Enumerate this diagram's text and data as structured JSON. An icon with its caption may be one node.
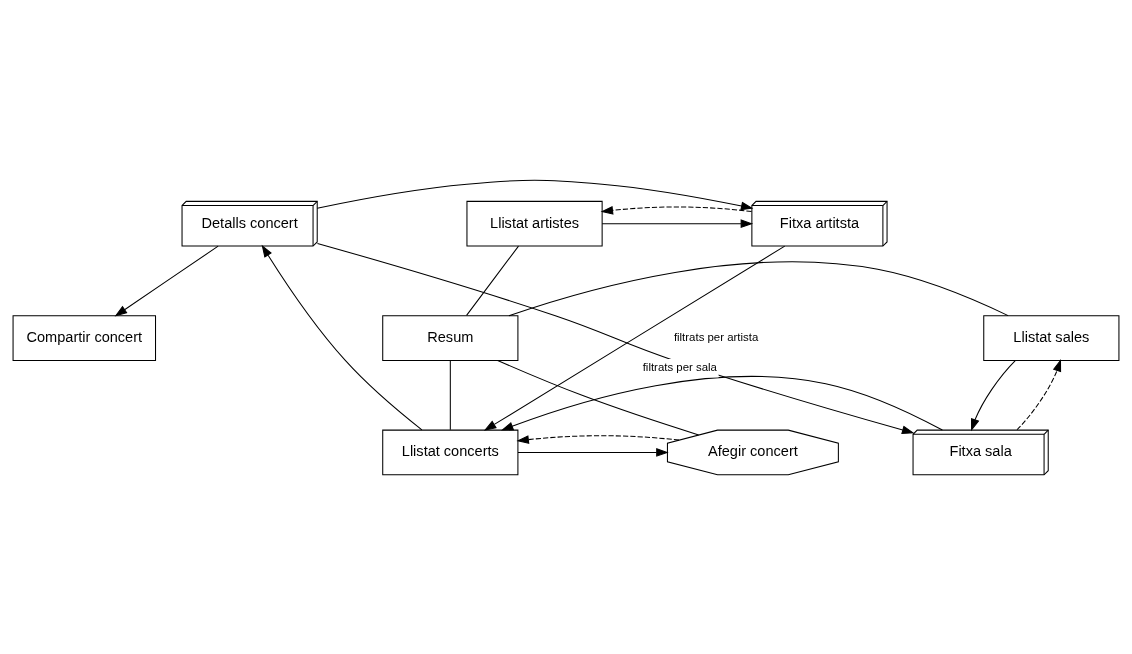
{
  "diagram": {
    "nodes": [
      {
        "text": [
          "Detalls concert"
        ]
      },
      {
        "text": [
          "Llistat artistes"
        ]
      },
      {
        "text": [
          "Fitxa artitsta"
        ]
      },
      {
        "text": [
          "Compartir concert"
        ]
      },
      {
        "text": [
          "Resum"
        ]
      },
      {
        "text": [
          "Llistat sales"
        ]
      },
      {
        "text": [
          "Afegir concert"
        ]
      },
      {
        "text": [
          "Llistat concerts"
        ]
      },
      {
        "text": [
          "Fitxa sala"
        ]
      }
    ],
    "edges": [
      {
        "from": 0,
        "to": 2,
        "arrow": "to"
      },
      {
        "from": 0,
        "to": 3,
        "arrow": "to"
      },
      {
        "from": 0,
        "to": 8,
        "arrow": "to"
      },
      {
        "from": 7,
        "to": 0,
        "arrow": "to"
      },
      {
        "from": 1,
        "to": 2,
        "arrow": "to"
      },
      {
        "from": 2,
        "to": 1,
        "arrow": "to",
        "style": "dashed"
      },
      {
        "from": 1,
        "to": 4,
        "arrow": "none"
      },
      {
        "from": 4,
        "to": 5,
        "arrow": "none"
      },
      {
        "from": 4,
        "to": 6,
        "arrow": "none"
      },
      {
        "from": 4,
        "to": 7,
        "arrow": "none"
      },
      {
        "from": 5,
        "to": 8,
        "arrow": "to"
      },
      {
        "from": 8,
        "to": 5,
        "arrow": "to",
        "style": "dashed"
      },
      {
        "from": 8,
        "to": 7,
        "arrow": "to",
        "label": "filtrats per sala"
      },
      {
        "from": 7,
        "to": 6,
        "arrow": "to"
      },
      {
        "from": 6,
        "to": 7,
        "arrow": "to",
        "style": "dashed"
      },
      {
        "from": 2,
        "to": 7,
        "arrow": "to",
        "label": "filtrats per artista"
      }
    ]
  }
}
